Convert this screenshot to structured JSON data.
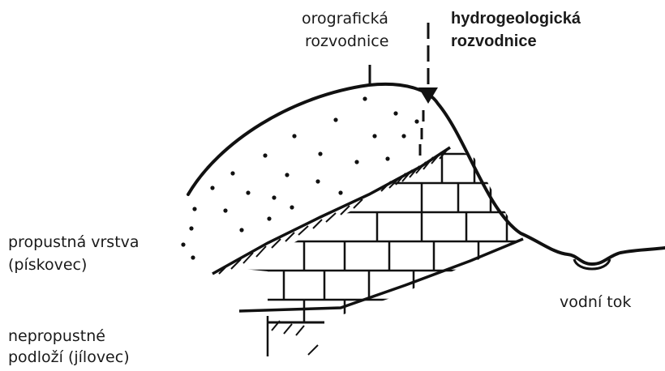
{
  "labels": {
    "orographic_divide": [
      "orografická",
      "rozvodnice"
    ],
    "hydrogeological_divide": [
      "hydrogeologická",
      "rozvodnice"
    ],
    "permeable_layer": [
      "propustná vrstva",
      "(pískovec)"
    ],
    "watercourse": "vodní tok",
    "impermeable_base": [
      "nepropustné",
      "podloží (jílovec)"
    ]
  }
}
